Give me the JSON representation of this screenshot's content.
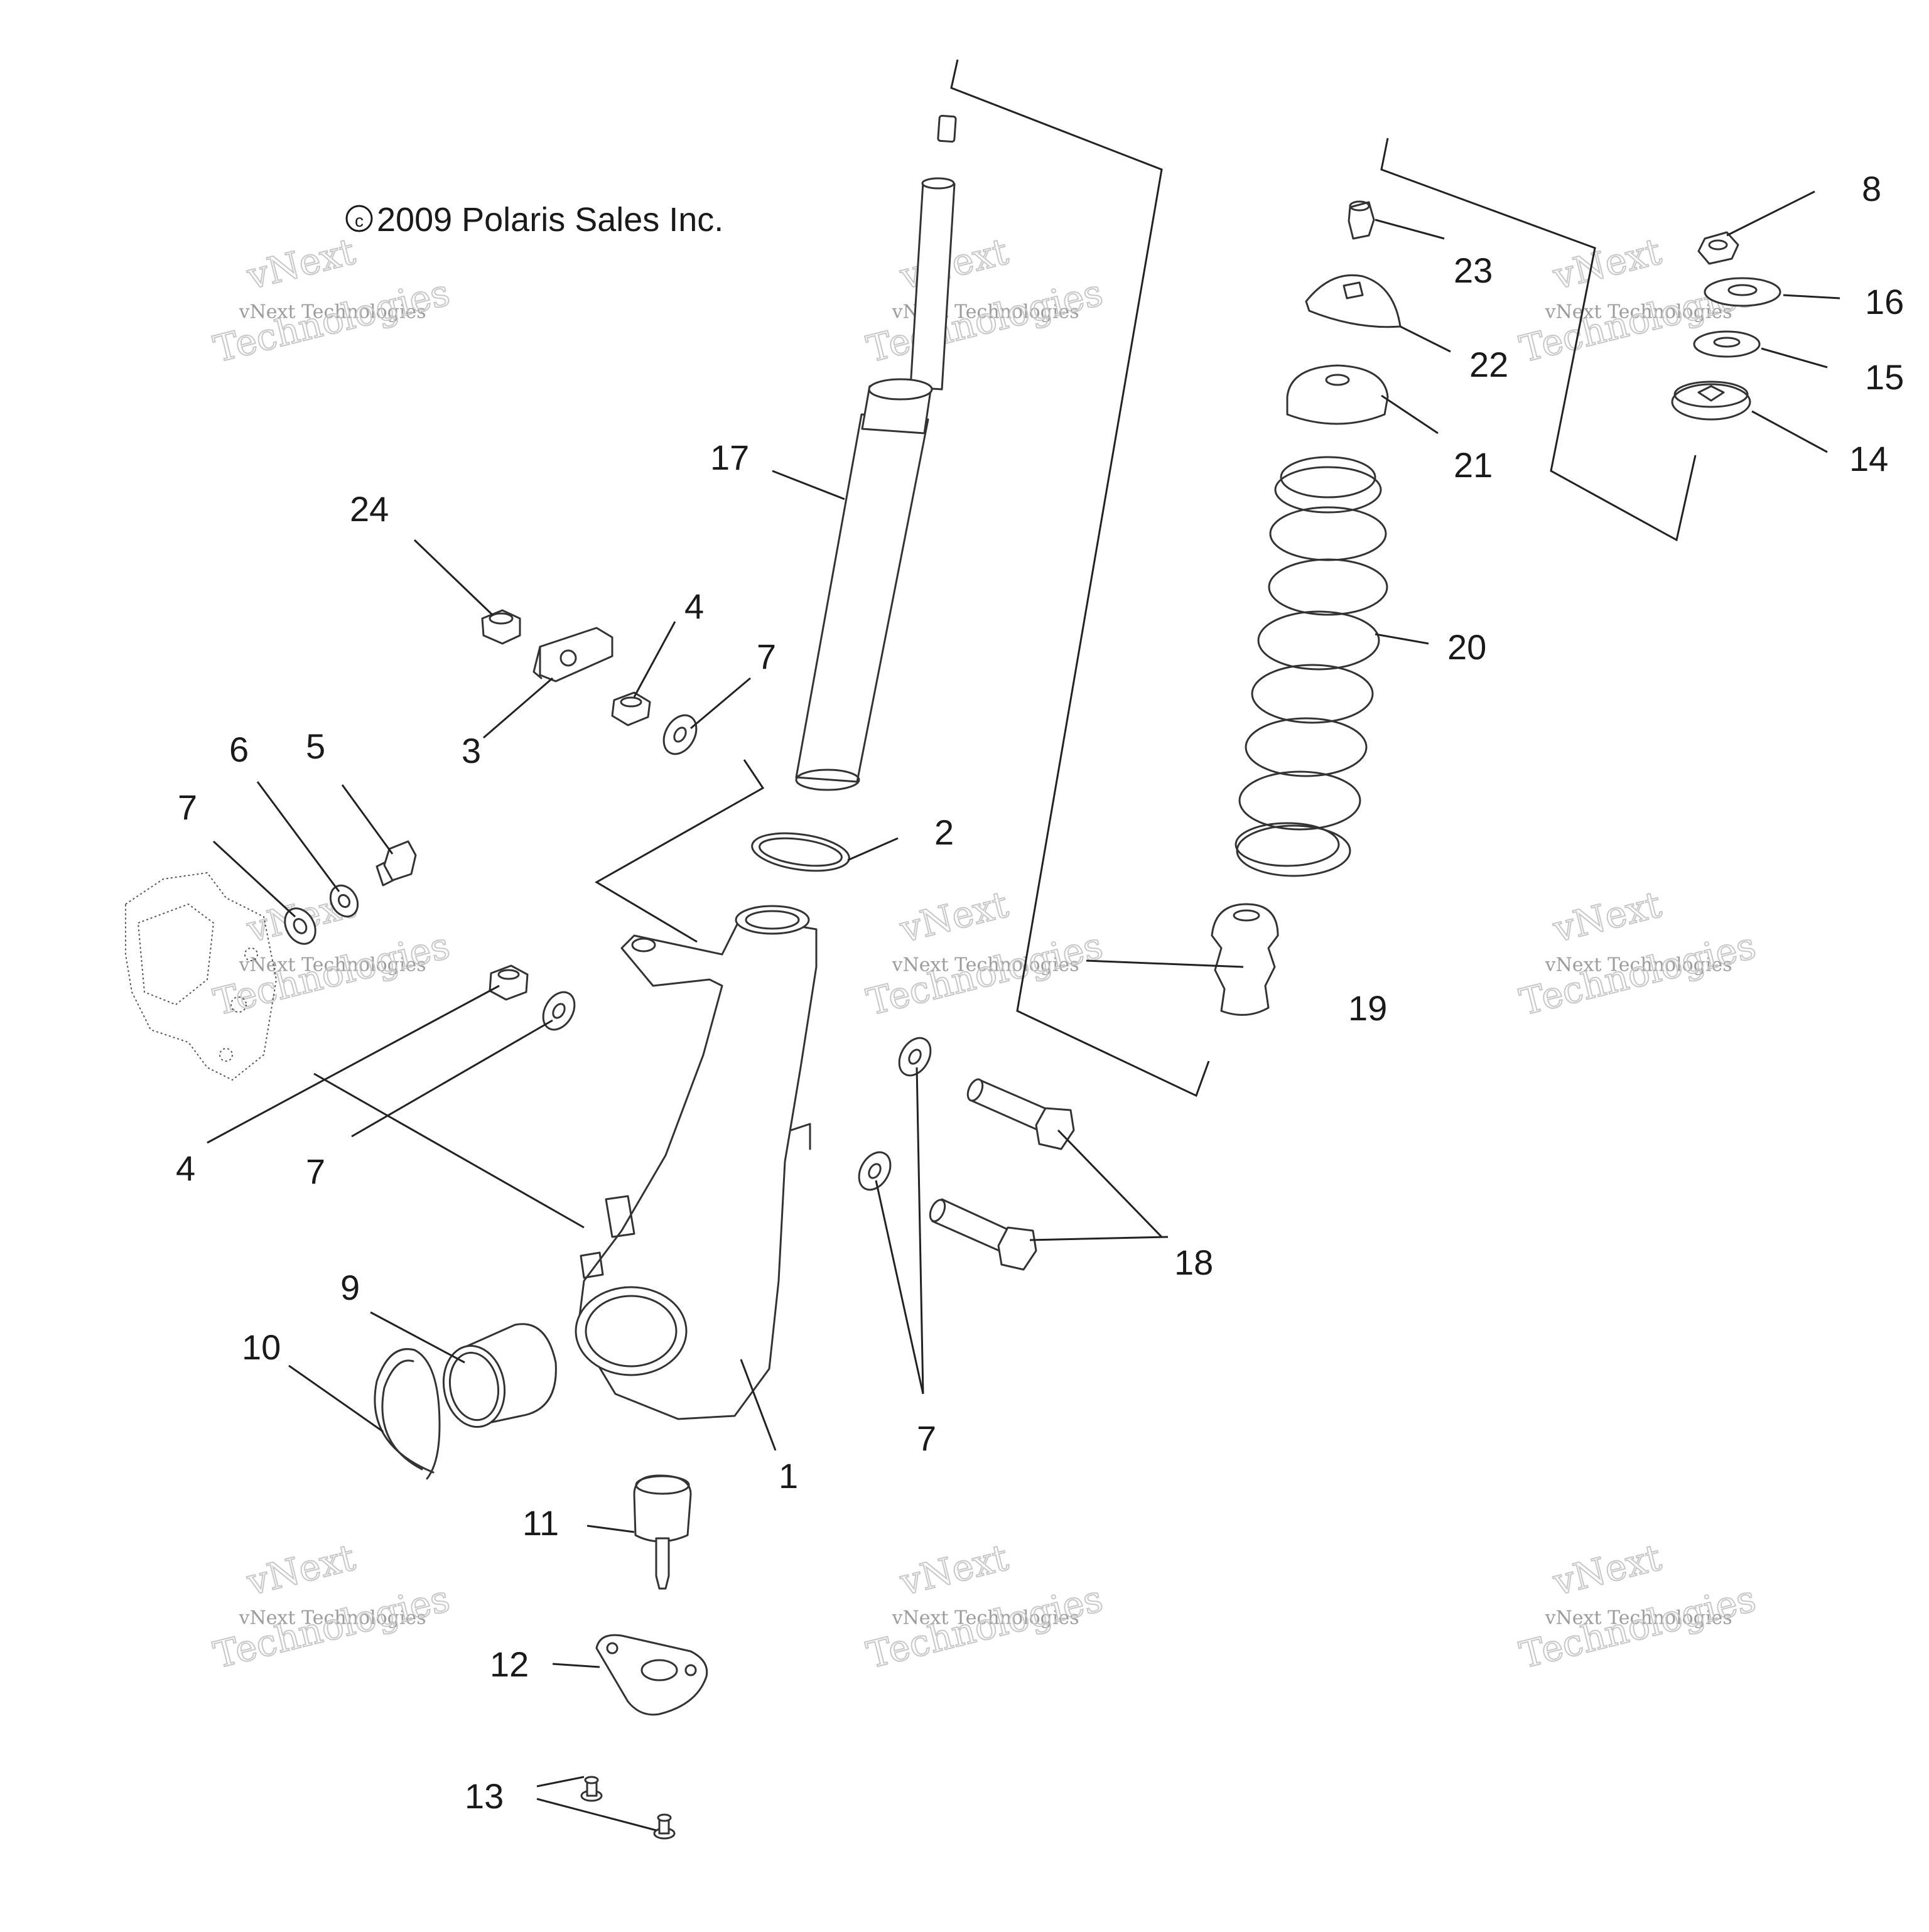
{
  "copyright": "2009 Polaris Sales Inc.",
  "watermark": {
    "line1": "vNext",
    "line2": "vNext Technologies",
    "line3": "Technologies"
  },
  "callouts": [
    "1",
    "2",
    "3",
    "4",
    "4",
    "5",
    "6",
    "7",
    "7",
    "7",
    "7",
    "7",
    "8",
    "9",
    "10",
    "11",
    "12",
    "13",
    "14",
    "15",
    "16",
    "17",
    "18",
    "19",
    "20",
    "21",
    "22",
    "23",
    "24"
  ],
  "colors": {
    "line": "#333333",
    "text": "#1a1a1a",
    "watermark": "#bdbdbd",
    "background": "#ffffff"
  }
}
